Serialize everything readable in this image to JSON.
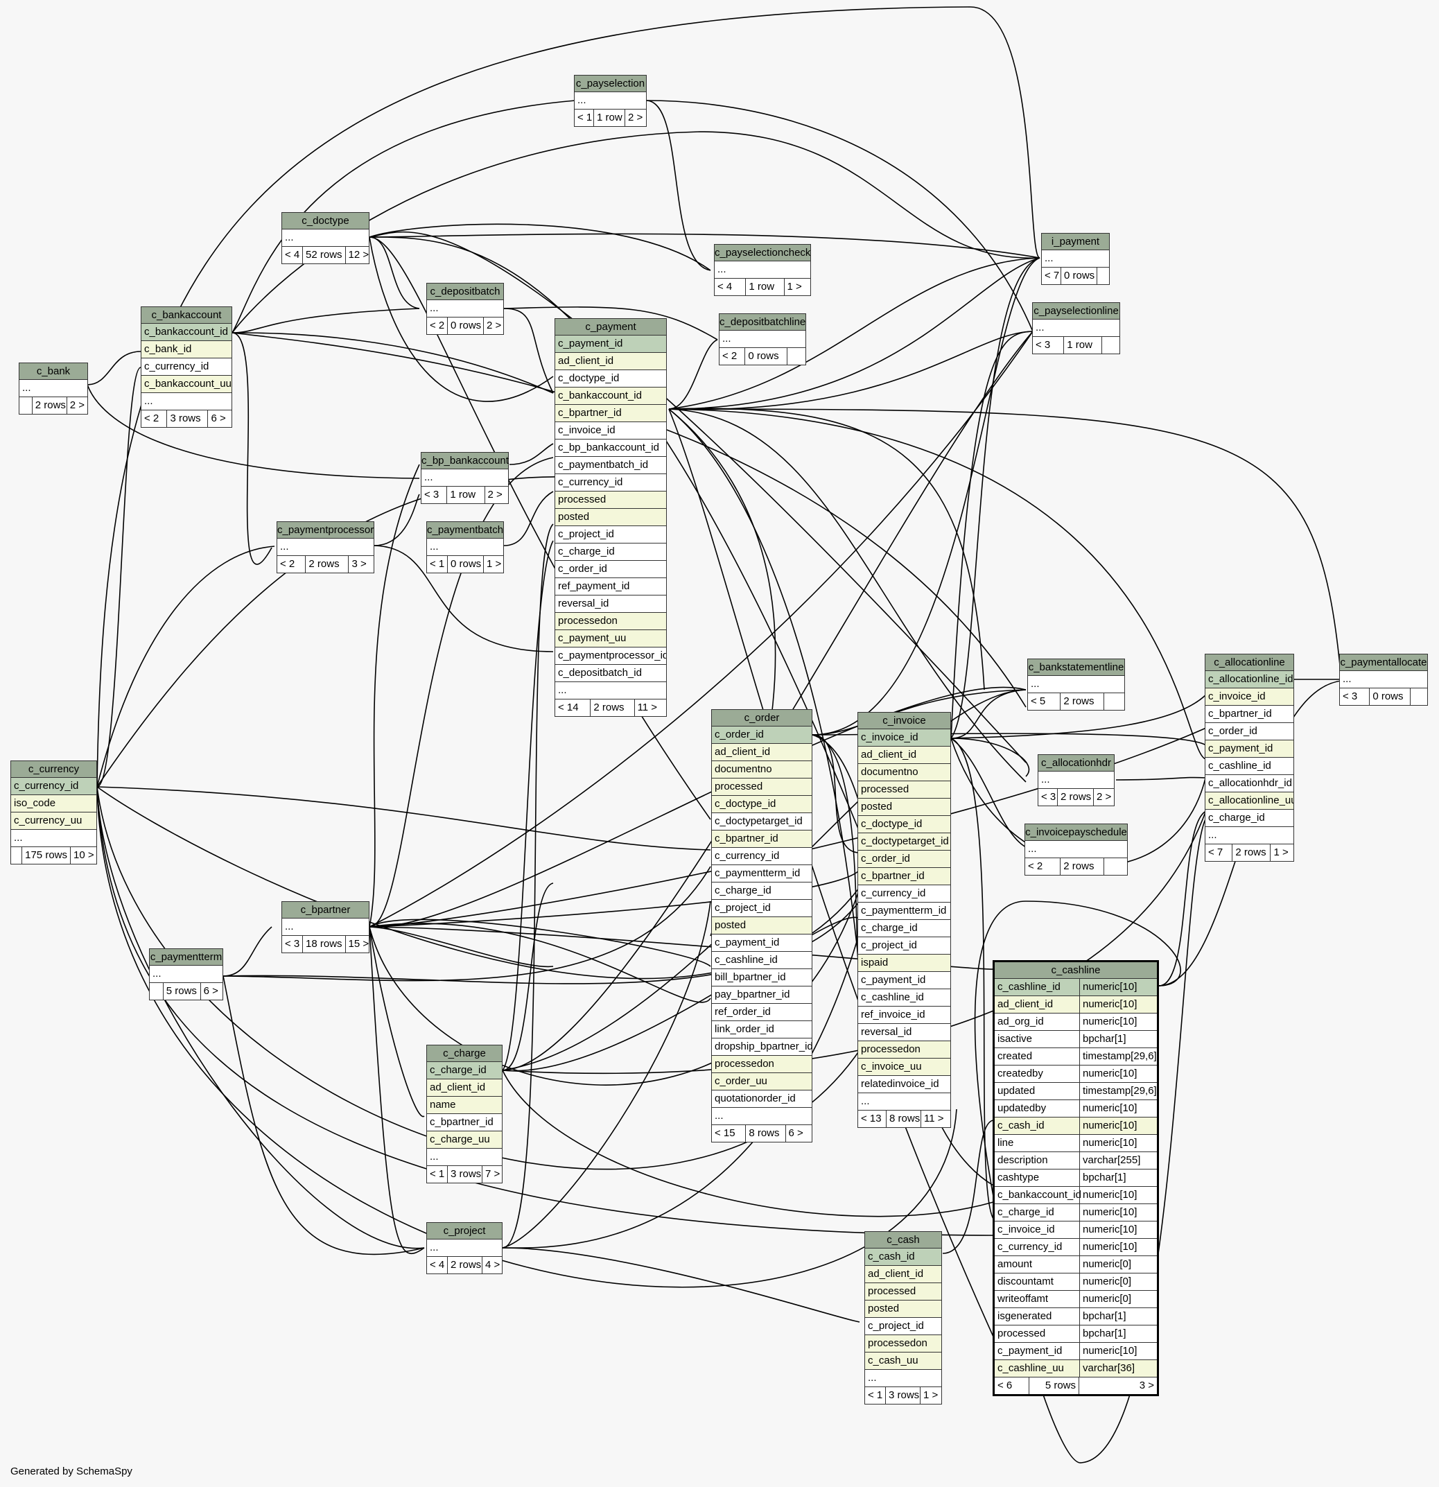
{
  "footer_note": "Generated by SchemaSpy",
  "colors": {
    "header": "#9bab96",
    "primary_key": "#bed1b8",
    "indexed": "#f4f7da",
    "background": "#f7f7f7"
  },
  "tables": {
    "c_bank": {
      "title": "c_bank",
      "rows": [
        "..."
      ],
      "footer": [
        "",
        "2 rows",
        "2 >"
      ]
    },
    "c_bankaccount": {
      "title": "c_bankaccount",
      "rows": [
        "c_bankaccount_id",
        "c_bank_id",
        "c_currency_id",
        "c_bankaccount_uu",
        "..."
      ],
      "footer": [
        "< 2",
        "3 rows",
        "6 >"
      ]
    },
    "c_doctype": {
      "title": "c_doctype",
      "rows": [
        "..."
      ],
      "footer": [
        "< 4",
        "52 rows",
        "12 >"
      ]
    },
    "c_depositbatch": {
      "title": "c_depositbatch",
      "rows": [
        "..."
      ],
      "footer": [
        "< 2",
        "0 rows",
        "2 >"
      ]
    },
    "c_payselection": {
      "title": "c_payselection",
      "rows": [
        "..."
      ],
      "footer": [
        "< 1",
        "1 row",
        "2 >"
      ]
    },
    "c_payselectioncheck": {
      "title": "c_payselectioncheck",
      "rows": [
        "..."
      ],
      "footer": [
        "< 4",
        "1 row",
        "1 >"
      ]
    },
    "c_depositbatchline": {
      "title": "c_depositbatchline",
      "rows": [
        "..."
      ],
      "footer": [
        "< 2",
        "0 rows",
        ""
      ]
    },
    "i_payment": {
      "title": "i_payment",
      "rows": [
        "..."
      ],
      "footer": [
        "< 7",
        "0 rows",
        ""
      ]
    },
    "c_payselectionline": {
      "title": "c_payselectionline",
      "rows": [
        "..."
      ],
      "footer": [
        "< 3",
        "1 row",
        ""
      ]
    },
    "c_payment": {
      "title": "c_payment",
      "rows": [
        "c_payment_id",
        "ad_client_id",
        "c_doctype_id",
        "c_bankaccount_id",
        "c_bpartner_id",
        "c_invoice_id",
        "c_bp_bankaccount_id",
        "c_paymentbatch_id",
        "c_currency_id",
        "processed",
        "posted",
        "c_project_id",
        "c_charge_id",
        "c_order_id",
        "ref_payment_id",
        "reversal_id",
        "processedon",
        "c_payment_uu",
        "c_paymentprocessor_id",
        "c_depositbatch_id",
        "..."
      ],
      "footer": [
        "< 14",
        "2 rows",
        "11 >"
      ]
    },
    "c_bp_bankaccount": {
      "title": "c_bp_bankaccount",
      "rows": [
        "..."
      ],
      "footer": [
        "< 3",
        "1 row",
        "2 >"
      ]
    },
    "c_paymentprocessor": {
      "title": "c_paymentprocessor",
      "rows": [
        "..."
      ],
      "footer": [
        "< 2",
        "2 rows",
        "3 >"
      ]
    },
    "c_paymentbatch": {
      "title": "c_paymentbatch",
      "rows": [
        "..."
      ],
      "footer": [
        "< 1",
        "0 rows",
        "1 >"
      ]
    },
    "c_currency": {
      "title": "c_currency",
      "rows": [
        "c_currency_id",
        "iso_code",
        "c_currency_uu",
        "..."
      ],
      "footer": [
        "",
        "175 rows",
        "10 >"
      ]
    },
    "c_bpartner": {
      "title": "c_bpartner",
      "rows": [
        "..."
      ],
      "footer": [
        "< 3",
        "18 rows",
        "15 >"
      ]
    },
    "c_paymentterm": {
      "title": "c_paymentterm",
      "rows": [
        "..."
      ],
      "footer": [
        "",
        "5 rows",
        "6 >"
      ]
    },
    "c_charge": {
      "title": "c_charge",
      "rows": [
        "c_charge_id",
        "ad_client_id",
        "name",
        "c_bpartner_id",
        "c_charge_uu",
        "..."
      ],
      "footer": [
        "< 1",
        "3 rows",
        "7 >"
      ]
    },
    "c_project": {
      "title": "c_project",
      "rows": [
        "..."
      ],
      "footer": [
        "< 4",
        "2 rows",
        "4 >"
      ]
    },
    "c_order": {
      "title": "c_order",
      "rows": [
        "c_order_id",
        "ad_client_id",
        "documentno",
        "processed",
        "c_doctype_id",
        "c_doctypetarget_id",
        "c_bpartner_id",
        "c_currency_id",
        "c_paymentterm_id",
        "c_charge_id",
        "c_project_id",
        "posted",
        "c_payment_id",
        "c_cashline_id",
        "bill_bpartner_id",
        "pay_bpartner_id",
        "ref_order_id",
        "link_order_id",
        "dropship_bpartner_id",
        "processedon",
        "c_order_uu",
        "quotationorder_id",
        "..."
      ],
      "footer": [
        "< 15",
        "8 rows",
        "6 >"
      ]
    },
    "c_invoice": {
      "title": "c_invoice",
      "rows": [
        "c_invoice_id",
        "ad_client_id",
        "documentno",
        "processed",
        "posted",
        "c_doctype_id",
        "c_doctypetarget_id",
        "c_order_id",
        "c_bpartner_id",
        "c_currency_id",
        "c_paymentterm_id",
        "c_charge_id",
        "c_project_id",
        "ispaid",
        "c_payment_id",
        "c_cashline_id",
        "ref_invoice_id",
        "reversal_id",
        "processedon",
        "c_invoice_uu",
        "relatedinvoice_id",
        "..."
      ],
      "footer": [
        "< 13",
        "8 rows",
        "11 >"
      ]
    },
    "c_bankstatementline": {
      "title": "c_bankstatementline",
      "rows": [
        "..."
      ],
      "footer": [
        "< 5",
        "2 rows",
        ""
      ]
    },
    "c_allocationhdr": {
      "title": "c_allocationhdr",
      "rows": [
        "..."
      ],
      "footer": [
        "< 3",
        "2 rows",
        "2 >"
      ]
    },
    "c_invoicepayschedule": {
      "title": "c_invoicepayschedule",
      "rows": [
        "..."
      ],
      "footer": [
        "< 2",
        "2 rows",
        ""
      ]
    },
    "c_allocationline": {
      "title": "c_allocationline",
      "rows": [
        "c_allocationline_id",
        "c_invoice_id",
        "c_bpartner_id",
        "c_order_id",
        "c_payment_id",
        "c_cashline_id",
        "c_allocationhdr_id",
        "c_allocationline_uu",
        "c_charge_id",
        "..."
      ],
      "footer": [
        "< 7",
        "2 rows",
        "1 >"
      ]
    },
    "c_paymentallocate": {
      "title": "c_paymentallocate",
      "rows": [
        "..."
      ],
      "footer": [
        "< 3",
        "0 rows",
        ""
      ]
    },
    "c_cash": {
      "title": "c_cash",
      "rows": [
        "c_cash_id",
        "ad_client_id",
        "processed",
        "posted",
        "c_project_id",
        "processedon",
        "c_cash_uu",
        "..."
      ],
      "footer": [
        "< 1",
        "3 rows",
        "1 >"
      ]
    },
    "c_cashline": {
      "title": "c_cashline",
      "rows": [
        [
          "c_cashline_id",
          "numeric[10]"
        ],
        [
          "ad_client_id",
          "numeric[10]"
        ],
        [
          "ad_org_id",
          "numeric[10]"
        ],
        [
          "isactive",
          "bpchar[1]"
        ],
        [
          "created",
          "timestamp[29,6]"
        ],
        [
          "createdby",
          "numeric[10]"
        ],
        [
          "updated",
          "timestamp[29,6]"
        ],
        [
          "updatedby",
          "numeric[10]"
        ],
        [
          "c_cash_id",
          "numeric[10]"
        ],
        [
          "line",
          "numeric[10]"
        ],
        [
          "description",
          "varchar[255]"
        ],
        [
          "cashtype",
          "bpchar[1]"
        ],
        [
          "c_bankaccount_id",
          "numeric[10]"
        ],
        [
          "c_charge_id",
          "numeric[10]"
        ],
        [
          "c_invoice_id",
          "numeric[10]"
        ],
        [
          "c_currency_id",
          "numeric[10]"
        ],
        [
          "amount",
          "numeric[0]"
        ],
        [
          "discountamt",
          "numeric[0]"
        ],
        [
          "writeoffamt",
          "numeric[0]"
        ],
        [
          "isgenerated",
          "bpchar[1]"
        ],
        [
          "processed",
          "bpchar[1]"
        ],
        [
          "c_payment_id",
          "numeric[10]"
        ],
        [
          "c_cashline_uu",
          "varchar[36]"
        ]
      ],
      "footer": [
        "< 6",
        "5 rows",
        "3 >"
      ]
    }
  }
}
